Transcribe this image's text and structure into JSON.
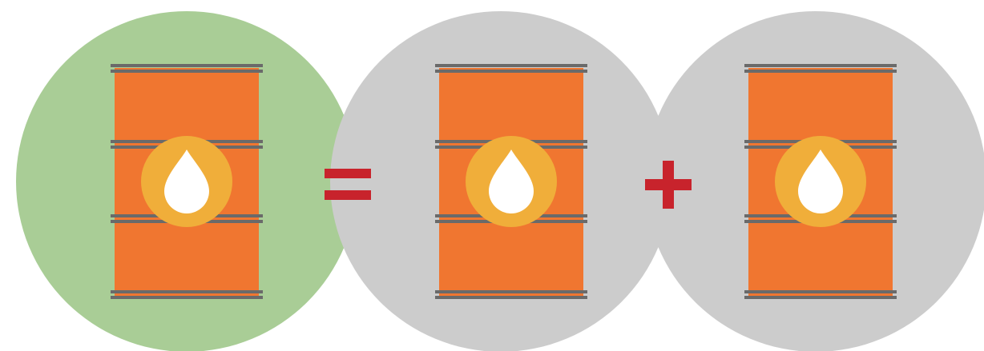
{
  "diagram": {
    "colors": {
      "background": "#ffffff",
      "circle_green": "#a9cd96",
      "circle_gray": "#cccccc",
      "barrel_body": "#f07630",
      "barrel_band": "#6a6a6a",
      "drop_badge": "#f0ae3a",
      "drop": "#ffffff",
      "operator": "#c8232c"
    },
    "circles": [
      {
        "name": "circle-left-green",
        "fill": "circle_green"
      },
      {
        "name": "circle-middle-gray",
        "fill": "circle_gray"
      },
      {
        "name": "circle-right-gray",
        "fill": "circle_gray"
      }
    ],
    "barrels": [
      {
        "name": "oil-barrel-left-icon"
      },
      {
        "name": "oil-barrel-middle-icon"
      },
      {
        "name": "oil-barrel-right-icon"
      }
    ],
    "operators": [
      {
        "name": "equals-sign-icon",
        "symbol": "equals"
      },
      {
        "name": "plus-sign-icon",
        "symbol": "plus"
      }
    ]
  }
}
